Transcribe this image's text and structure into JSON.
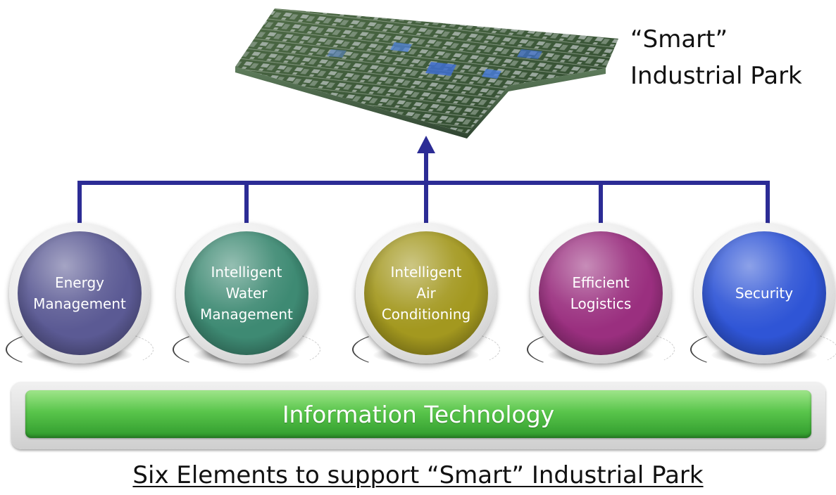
{
  "park": {
    "title_line1": "“Smart”",
    "title_line2": "Industrial Park"
  },
  "elements": [
    {
      "label": "Energy\nManagement",
      "color": "#5b5a94"
    },
    {
      "label": "Intelligent\nWater\nManagement",
      "color": "#3e8a73"
    },
    {
      "label": "Intelligent\nAir\nConditioning",
      "color": "#a3981f"
    },
    {
      "label": "Efficient\nLogistics",
      "color": "#9a2f7f"
    },
    {
      "label": "Security",
      "color": "#2f55d6"
    }
  ],
  "foundation": {
    "label": "Information Technology"
  },
  "caption": "Six Elements to support “Smart” Industrial Park",
  "colors": {
    "connector": "#2c2c95",
    "foundation_green": "#59c54b"
  }
}
